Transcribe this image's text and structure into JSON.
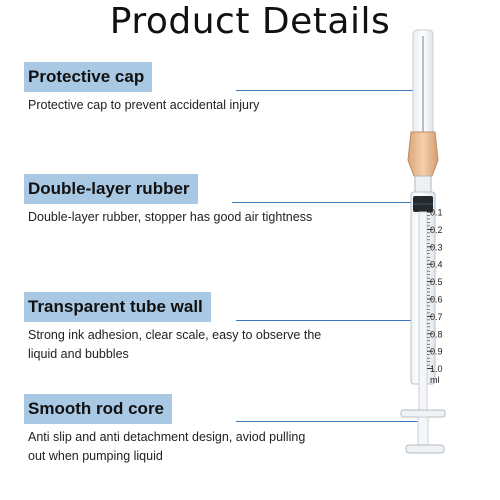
{
  "page": {
    "title": "Product Details"
  },
  "features": [
    {
      "label": "Protective cap",
      "description": [
        "Protective cap to prevent accidental injury"
      ]
    },
    {
      "label": "Double-layer rubber",
      "description": [
        "Double-layer rubber, stopper has good air tightness"
      ]
    },
    {
      "label": "Transparent tube wall",
      "description": [
        "Strong ink adhesion, clear scale, easy to observe the",
        "liquid and bubbles"
      ]
    },
    {
      "label": "Smooth rod core",
      "description": [
        "Anti slip and anti detachment design, aviod pulling",
        "out when pumping liquid"
      ]
    }
  ],
  "syringe": {
    "scale_marks": [
      "0.1",
      "0.2",
      "0.3",
      "0.4",
      "0.5",
      "0.6",
      "0.7",
      "0.8",
      "0.9",
      "1.0"
    ],
    "unit": "ml"
  },
  "colors": {
    "label_background": "#a8c8e4",
    "leader_line": "#3a78c0",
    "hub": "#e8b98e",
    "scale_text": "#222222"
  }
}
